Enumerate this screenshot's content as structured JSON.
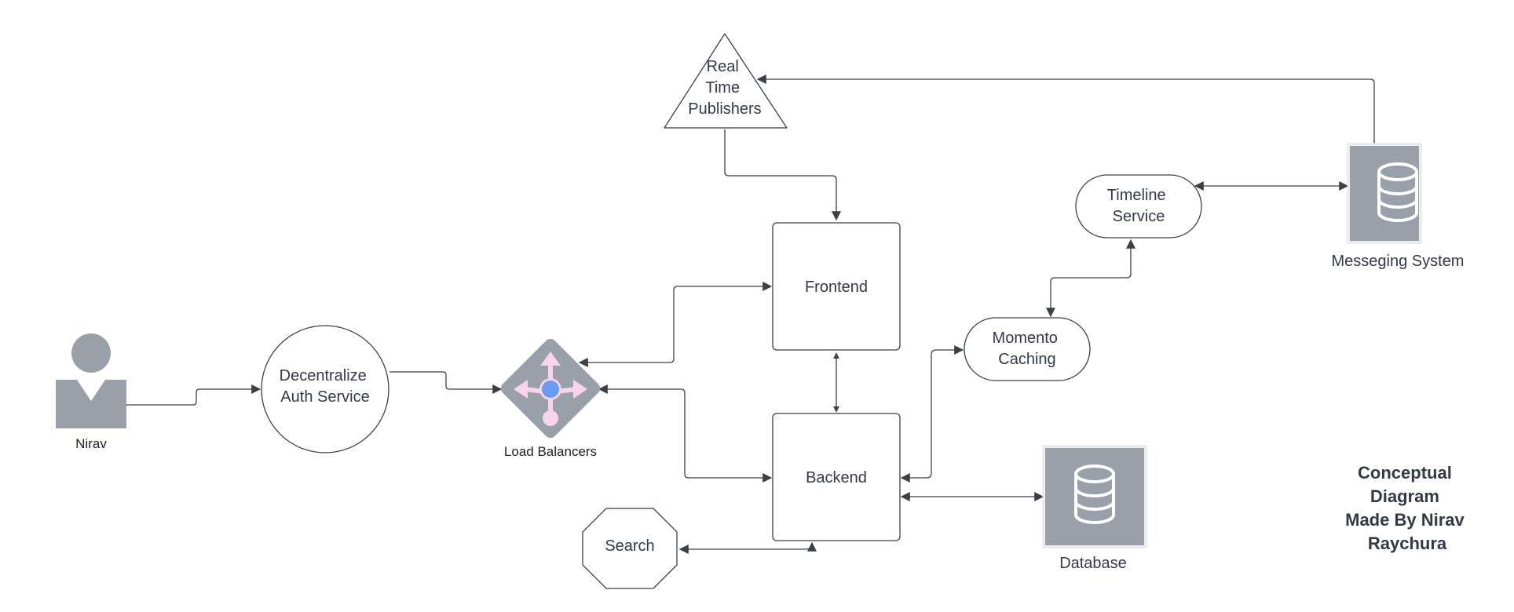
{
  "colors": {
    "line": "#3a3f48",
    "shape_fill": "#ffffff",
    "icon_gray": "#9aa0aa",
    "text": "#333a45",
    "lb_arrows": "#f7d3ec",
    "lb_dot": "#6a9bf0"
  },
  "nodes": {
    "user": {
      "label": "Nirav",
      "icon": "user-icon"
    },
    "auth": {
      "label_lines": [
        "Decentralize",
        "Auth Service"
      ]
    },
    "load_balancer": {
      "label": "Load Balancers",
      "icon": "load-balancer-icon"
    },
    "publishers": {
      "label_lines": [
        "Real",
        "Time",
        "Publishers"
      ]
    },
    "frontend": {
      "label": "Frontend"
    },
    "backend": {
      "label": "Backend"
    },
    "search": {
      "label": "Search"
    },
    "caching": {
      "label_lines": [
        "Momento",
        "Caching"
      ]
    },
    "timeline": {
      "label_lines": [
        "Timeline",
        "Service"
      ]
    },
    "messaging": {
      "label": "Messeging System",
      "icon": "database-icon"
    },
    "database": {
      "label": "Database",
      "icon": "database-icon"
    }
  },
  "note": {
    "lines": [
      "Conceptual",
      "Diagram",
      "Made By Nirav",
      "Raychura"
    ]
  }
}
